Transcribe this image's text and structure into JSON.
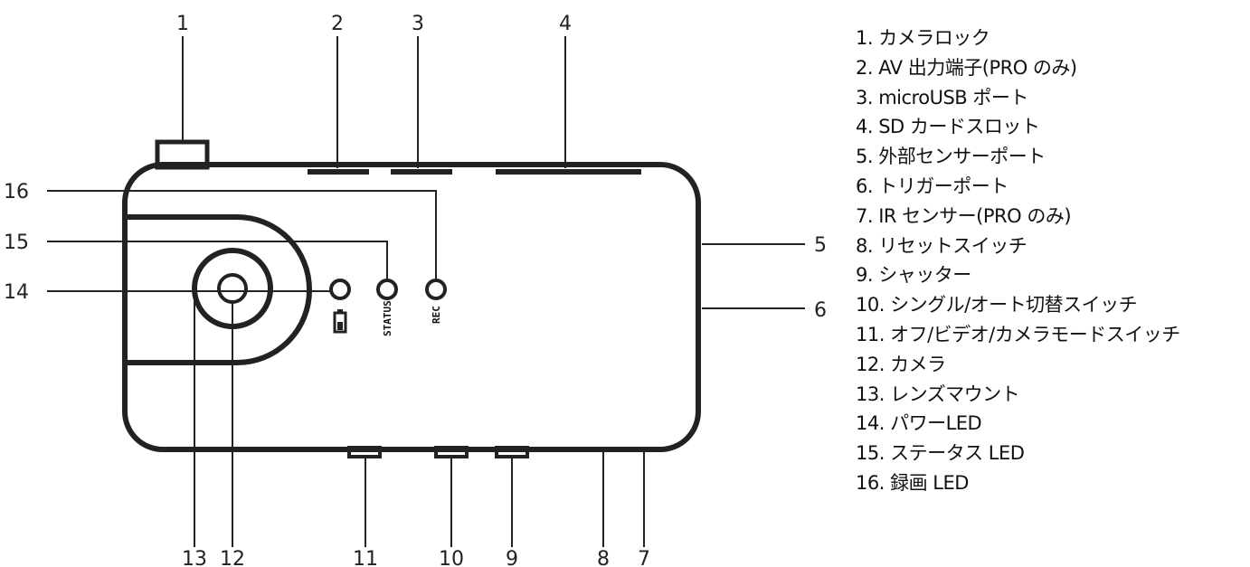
{
  "diagram": {
    "callouts": {
      "c1": "1",
      "c2": "2",
      "c3": "3",
      "c4": "4",
      "c5": "5",
      "c6": "6",
      "c7": "7",
      "c8": "8",
      "c9": "9",
      "c10": "10",
      "c11": "11",
      "c12": "12",
      "c13": "13",
      "c14": "14",
      "c15": "15",
      "c16": "16"
    },
    "labels": {
      "status": "STATUS",
      "rec": "REC"
    },
    "stroke_color": "#222222"
  },
  "legend": {
    "items": [
      "1. カメラロック",
      "2. AV 出力端子(PRO のみ)",
      "3. microUSB ポート",
      "4. SD カードスロット",
      "5. 外部センサーポート",
      "6. トリガーポート",
      "7. IR センサー(PRO のみ)",
      "8. リセットスイッチ",
      "9. シャッター",
      "10.  シングル/オート切替スイッチ",
      "11.  オフ/ビデオ/カメラモードスイッチ",
      "12.  カメラ",
      "13.  レンズマウント",
      "14.  パワーLED",
      "15.  ステータス LED",
      "16.  録画 LED"
    ]
  }
}
